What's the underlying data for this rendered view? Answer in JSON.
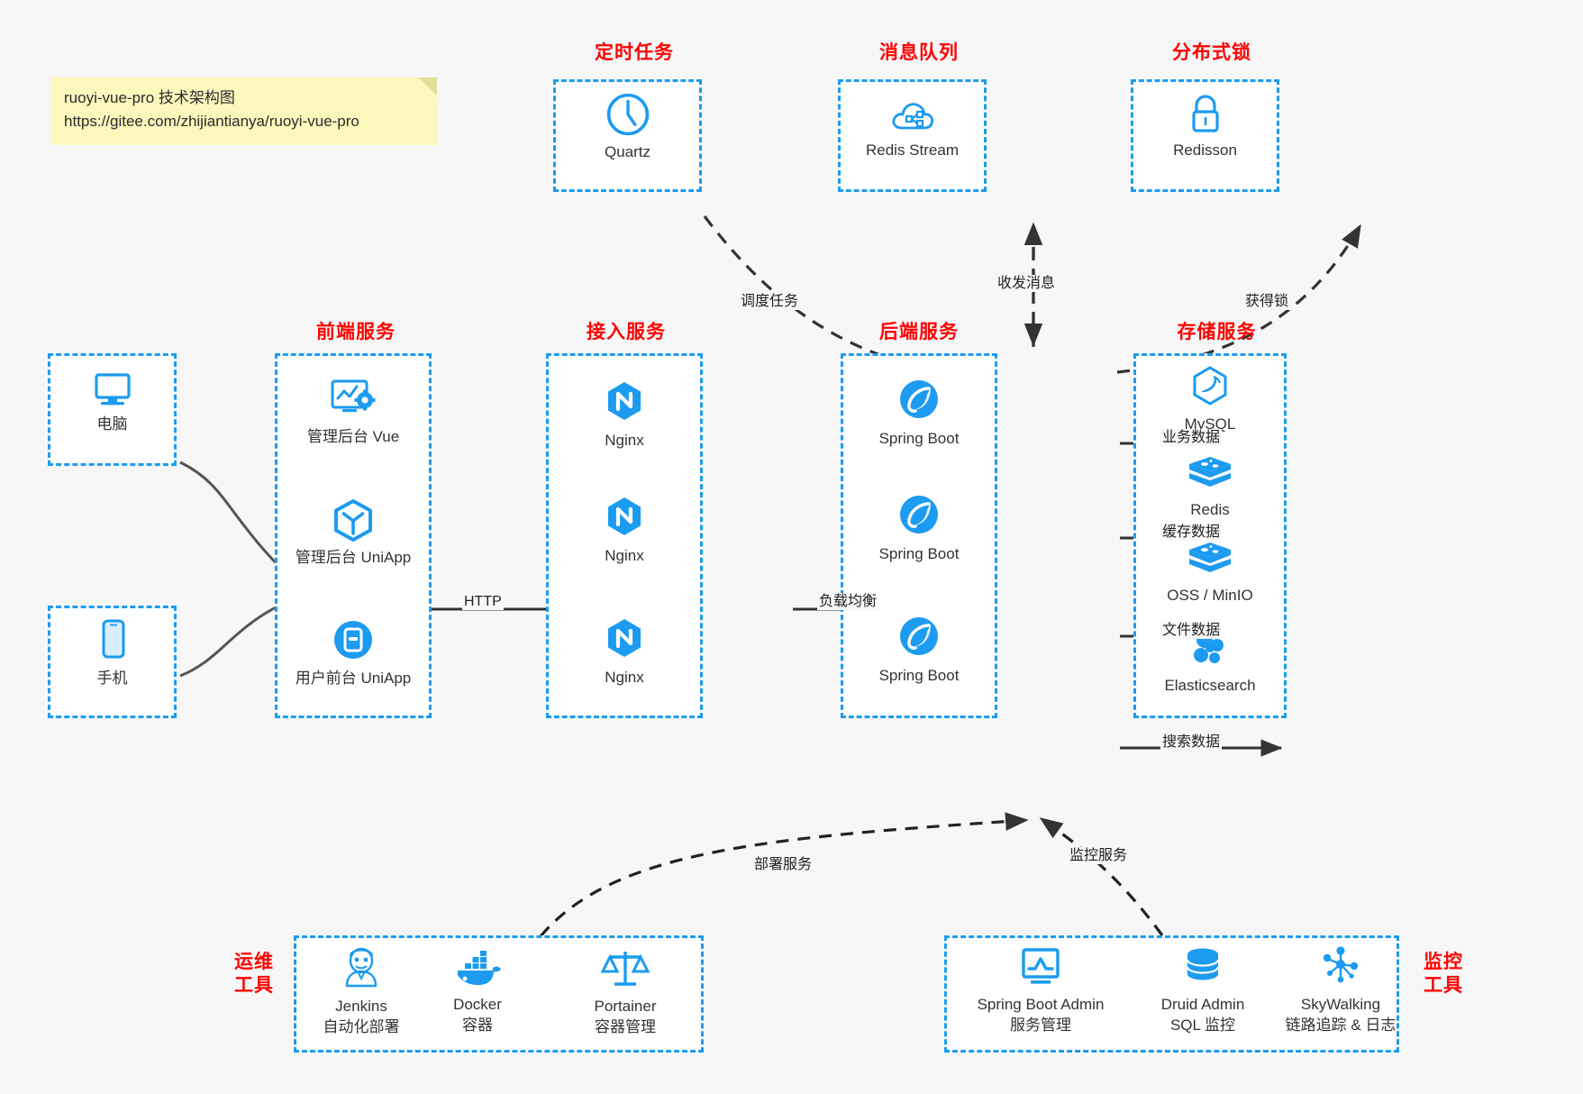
{
  "note": {
    "line1": "ruoyi-vue-pro 技术架构图",
    "line2": "https://gitee.com/zhijiantianya/ruoyi-vue-pro"
  },
  "colors": {
    "accent": "#1c9bf0",
    "title": "#ff0000",
    "arrow": "#333333",
    "note_bg": "#fcf7bd",
    "canvas_bg": "#f7f7f7"
  },
  "groups": {
    "scheduler": {
      "title": "定时任务"
    },
    "mq": {
      "title": "消息队列"
    },
    "lock": {
      "title": "分布式锁"
    },
    "frontend": {
      "title": "前端服务"
    },
    "gateway": {
      "title": "接入服务"
    },
    "backend": {
      "title": "后端服务"
    },
    "storage": {
      "title": "存储服务"
    },
    "devops": {
      "title_l1": "运维",
      "title_l2": "工具"
    },
    "monitor": {
      "title_l1": "监控",
      "title_l2": "工具"
    }
  },
  "nodes": {
    "quartz": {
      "label": "Quartz",
      "icon": "clock-icon"
    },
    "redis_stream": {
      "label": "Redis Stream",
      "icon": "cloud-network-icon"
    },
    "redisson": {
      "label": "Redisson",
      "icon": "lock-icon"
    },
    "pc": {
      "label": "电脑",
      "icon": "desktop-icon"
    },
    "phone": {
      "label": "手机",
      "icon": "mobile-icon"
    },
    "admin_vue": {
      "label": "管理后台 Vue",
      "icon": "dashboard-gear-icon"
    },
    "admin_uniapp": {
      "label": "管理后台 UniApp",
      "icon": "uniapp-cube-icon"
    },
    "user_uniapp": {
      "label": "用户前台 UniApp",
      "icon": "app-circle-icon"
    },
    "nginx1": {
      "label": "Nginx",
      "icon": "nginx-icon"
    },
    "nginx2": {
      "label": "Nginx",
      "icon": "nginx-icon"
    },
    "nginx3": {
      "label": "Nginx",
      "icon": "nginx-icon"
    },
    "springboot1": {
      "label": "Spring Boot",
      "icon": "spring-leaf-icon"
    },
    "springboot2": {
      "label": "Spring Boot",
      "icon": "spring-leaf-icon"
    },
    "springboot3": {
      "label": "Spring Boot",
      "icon": "spring-leaf-icon"
    },
    "mysql": {
      "label": "MySQL",
      "icon": "mysql-dolphin-icon"
    },
    "redis": {
      "label": "Redis",
      "icon": "redis-stack-icon"
    },
    "oss": {
      "label": "OSS / MinIO",
      "icon": "redis-stack-icon"
    },
    "elasticsearch": {
      "label": "Elasticsearch",
      "icon": "elasticsearch-icon"
    },
    "jenkins": {
      "label": "Jenkins",
      "sub": "自动化部署",
      "icon": "jenkins-butler-icon"
    },
    "docker": {
      "label": "Docker",
      "sub": "容器",
      "icon": "docker-whale-icon"
    },
    "portainer": {
      "label": "Portainer",
      "sub": "容器管理",
      "icon": "portainer-scale-icon"
    },
    "sba": {
      "label": "Spring Boot Admin",
      "sub": "服务管理",
      "icon": "monitor-chart-icon"
    },
    "druid": {
      "label": "Druid Admin",
      "sub": "SQL 监控",
      "icon": "database-icon"
    },
    "skywalking": {
      "label": "SkyWalking",
      "sub": "链路追踪 & 日志",
      "icon": "skywalking-node-icon"
    }
  },
  "edges": {
    "http": "HTTP",
    "load_balance": "负载均衡",
    "schedule_task": "调度任务",
    "send_receive_msg": "收发消息",
    "acquire_lock": "获得锁",
    "business_data": "业务数据",
    "cache_data": "缓存数据",
    "file_data": "文件数据",
    "search_data": "搜索数据",
    "deploy_service": "部署服务",
    "monitor_service": "监控服务"
  }
}
